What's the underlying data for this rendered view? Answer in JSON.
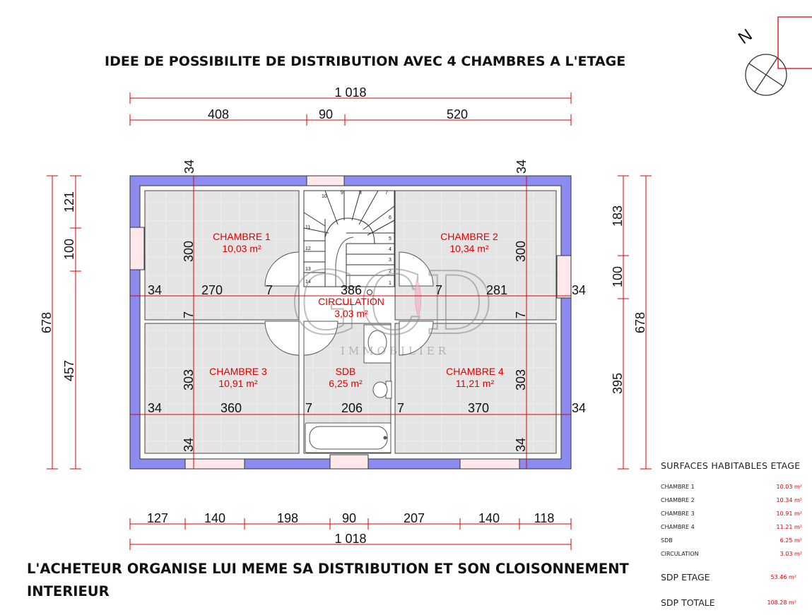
{
  "title": "IDEE DE POSSIBILITE DE DISTRIBUTION AVEC 4 CHAMBRES A L'ETAGE",
  "footer_note": "L'ACHETEUR ORGANISE LUI MEME SA DISTRIBUTION ET SON CLOISONNEMENT INTERIEUR",
  "north_label": "N",
  "logo": {
    "letters": "GCD",
    "subtitle": "IMMOBILIER"
  },
  "stair_steps": [
    "1",
    "2",
    "3",
    "4",
    "5",
    "6",
    "7",
    "8",
    "9",
    "10",
    "11",
    "12",
    "13",
    "14"
  ],
  "rooms": [
    {
      "name": "CHAMBRE 1",
      "area": "10,03 m²"
    },
    {
      "name": "CHAMBRE 2",
      "area": "10,34 m²"
    },
    {
      "name": "CIRCULATION",
      "area": "3,03 m²"
    },
    {
      "name": "CHAMBRE 3",
      "area": "10,91 m²"
    },
    {
      "name": "SDB",
      "area": "6,25 m²"
    },
    {
      "name": "CHAMBRE 4",
      "area": "11,21 m²"
    }
  ],
  "dims": {
    "top_total": "1 018",
    "top_parts": [
      "408",
      "90",
      "520"
    ],
    "bottom_total": "1 018",
    "bottom_parts": [
      "127",
      "140",
      "198",
      "90",
      "207",
      "140",
      "118"
    ],
    "left_total": "678",
    "left_parts": [
      "121",
      "100",
      "457"
    ],
    "right_total": "678",
    "right_parts": [
      "183",
      "100",
      "395"
    ],
    "wall": "34",
    "partition": "7",
    "chambre1_width": "270",
    "circulation_width": "386",
    "chambre2_width": "281",
    "chambre3_width": "360",
    "sdb_width": "206",
    "chambre4_width": "370",
    "upper_height": "300",
    "lower_height": "303"
  },
  "surfaces": {
    "title": "SURFACES HABITABLES ETAGE",
    "rows": [
      {
        "label": "CHAMBRE 1",
        "value": "10.03 m²"
      },
      {
        "label": "CHAMBRE 2",
        "value": "10.34 m²"
      },
      {
        "label": "CHAMBRE 3",
        "value": "10.91 m²"
      },
      {
        "label": "CHAMBRE 4",
        "value": "11.21 m²"
      },
      {
        "label": "SDB",
        "value": "6.25 m²"
      },
      {
        "label": "CIRCULATION",
        "value": "3.03 m²"
      }
    ],
    "sdp_etage_label": "SDP ETAGE",
    "sdp_etage_value": "53.46 m²",
    "sdp_totale_label": "SDP TOTALE",
    "sdp_totale_value": "108.28 m²"
  }
}
